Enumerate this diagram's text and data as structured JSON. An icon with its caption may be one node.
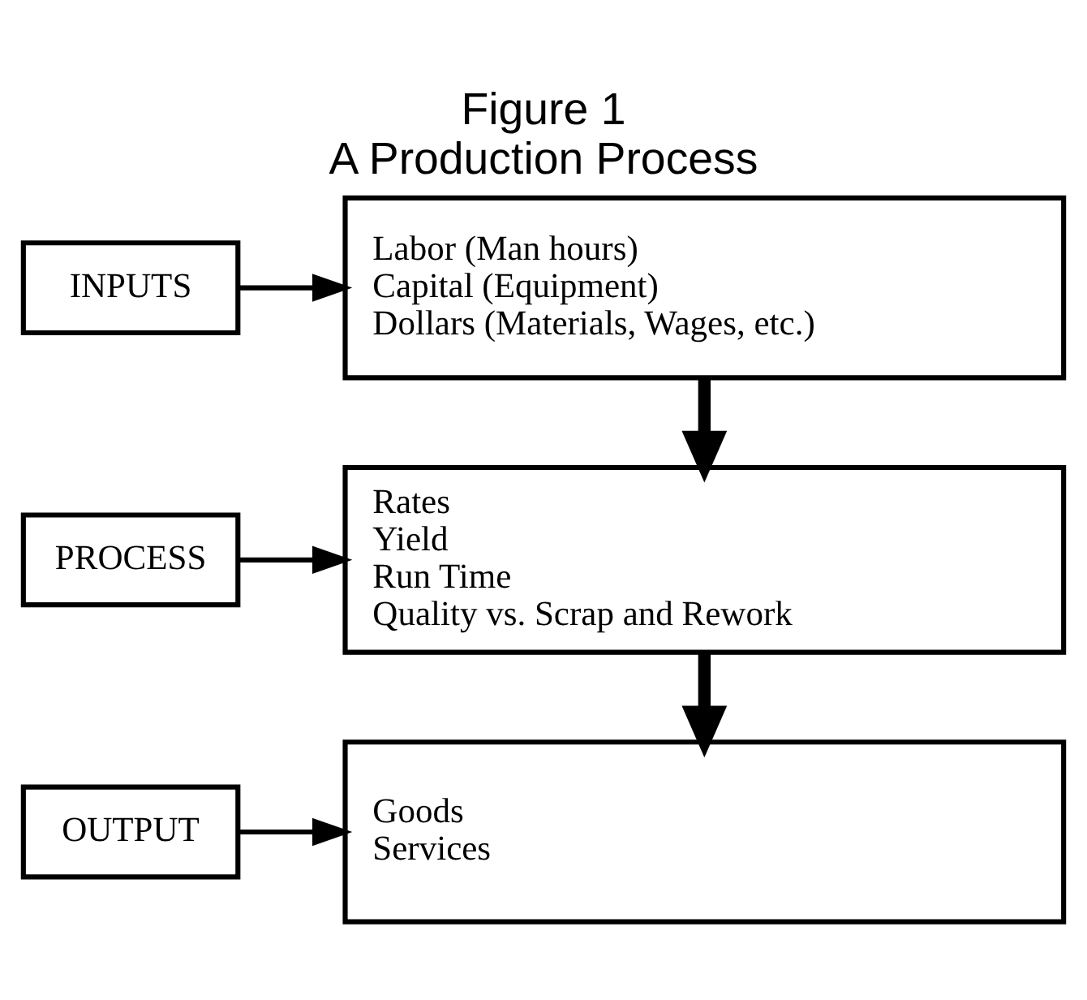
{
  "diagram": {
    "title": "Figure 1",
    "caption": "A Production Process",
    "nodes": [
      {
        "text": [
          "INPUTS"
        ]
      },
      {
        "text": [
          "Labor (Man hours)",
          "Capital (Equipment)",
          "Dollars (Materials, Wages, etc.)"
        ]
      },
      {
        "text": [
          "PROCESS"
        ]
      },
      {
        "text": [
          "Rates",
          "Yield",
          "Run Time",
          "Quality vs. Scrap and Rework"
        ]
      },
      {
        "text": [
          "OUTPUT"
        ]
      },
      {
        "text": [
          "Goods",
          "Services"
        ]
      }
    ],
    "edges": [
      {
        "from": 0,
        "to": 1,
        "arrow": "to"
      },
      {
        "from": 1,
        "to": 3,
        "arrow": "to",
        "style": "thick"
      },
      {
        "from": 2,
        "to": 3,
        "arrow": "to"
      },
      {
        "from": 3,
        "to": 5,
        "arrow": "to",
        "style": "thick"
      },
      {
        "from": 4,
        "to": 5,
        "arrow": "to"
      }
    ]
  }
}
